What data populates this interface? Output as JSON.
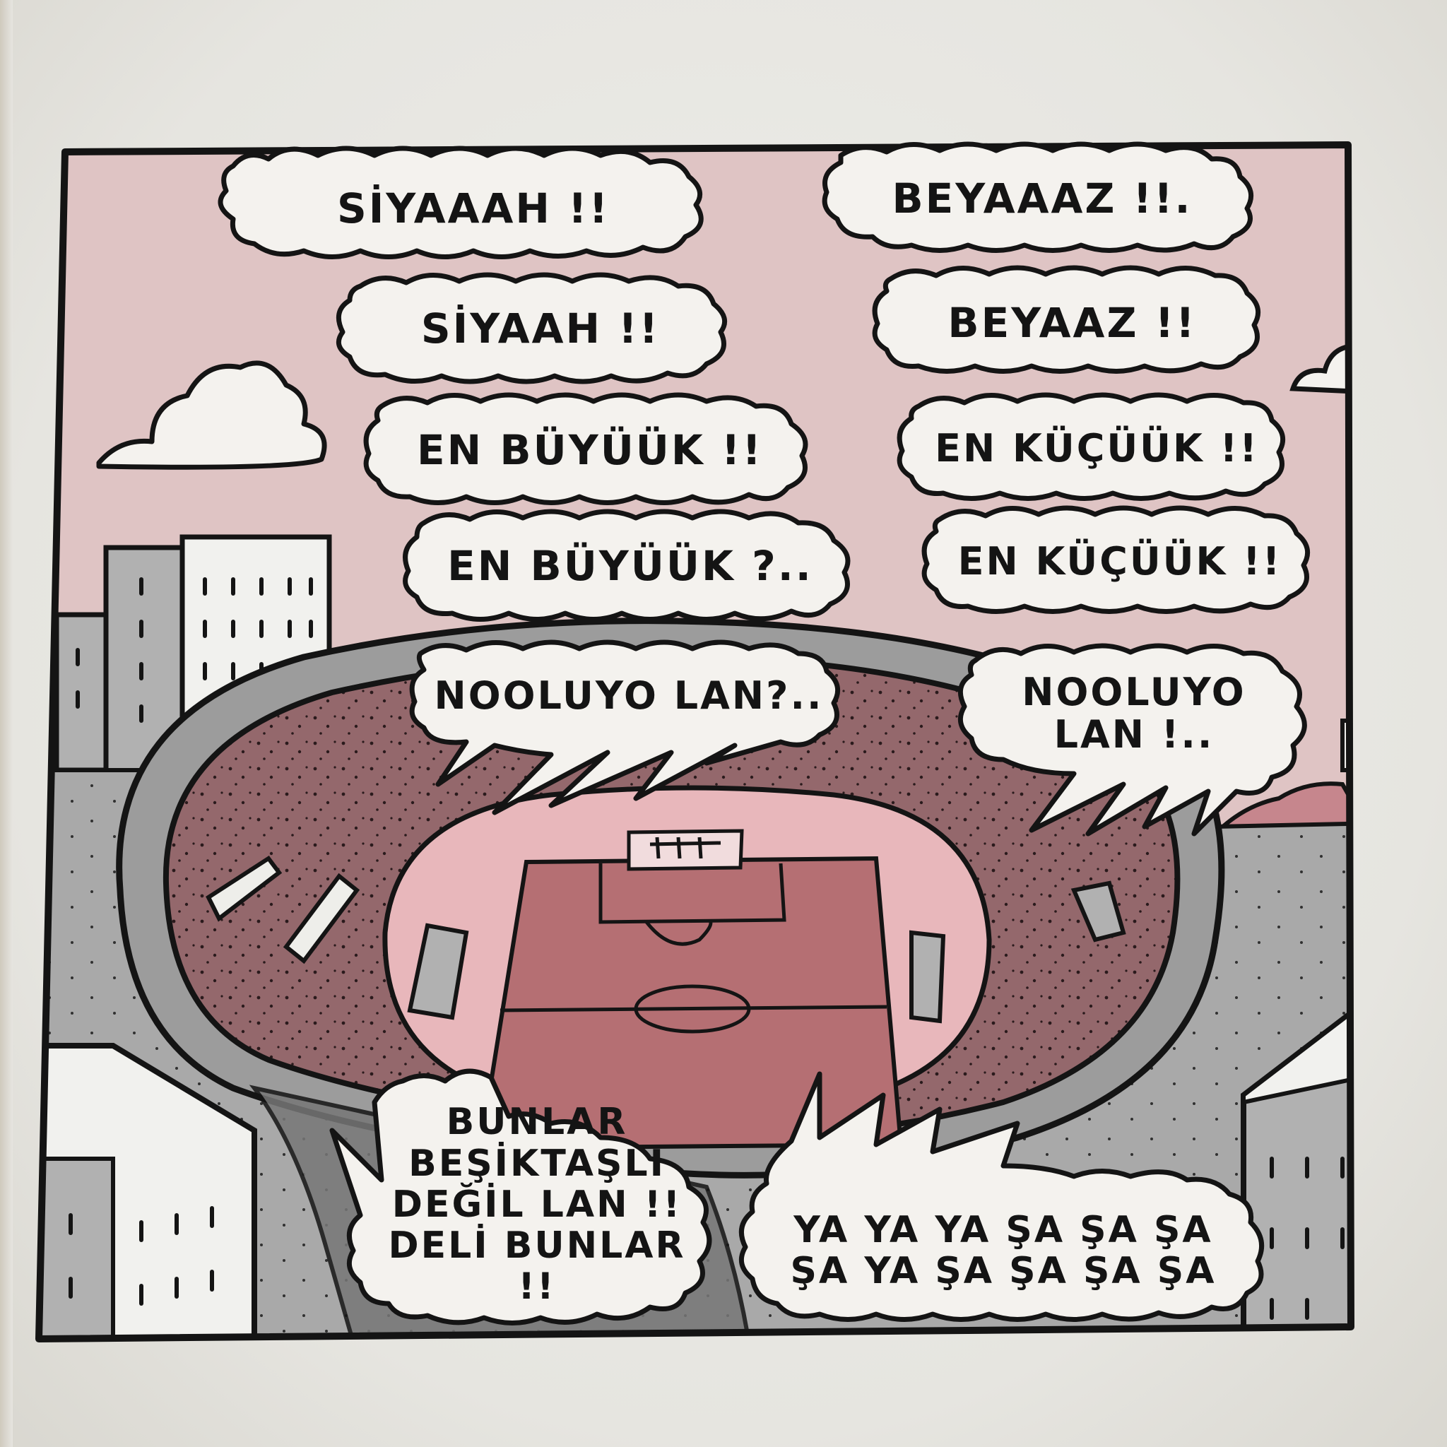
{
  "bubbles": {
    "siyaaah": "SİYAAAH !!",
    "siyaah": "SİYAAH !!",
    "en_buyuuuk_1": "EN BÜYÜÜK !!",
    "en_buyuuuk_2": "EN BÜYÜÜK ?..",
    "beyaaaz": "BEYAAAZ !!.",
    "beyaaz": "BEYAAZ !!",
    "en_kucuuuk_1": "EN KÜÇÜÜK !!",
    "en_kucuuuk_2": "EN KÜÇÜÜK !!",
    "nooluyo_left": "NOOLUYO LAN?..",
    "nooluyo_right": "NOOLUYO\nLAN !..",
    "bunlar": "BUNLAR\nBEŞİKTAŞLI\nDEĞİL LAN !!\nDELİ BUNLAR !!",
    "chant": "YA YA YA ŞA ŞA ŞA\nŞA YA ŞA ŞA ŞA ŞA"
  },
  "colors": {
    "sky": "#dfc4c4",
    "pitch": "#b56f73",
    "crowd": "#94686c",
    "ink": "#141414",
    "concrete": "#a6a6a6"
  }
}
